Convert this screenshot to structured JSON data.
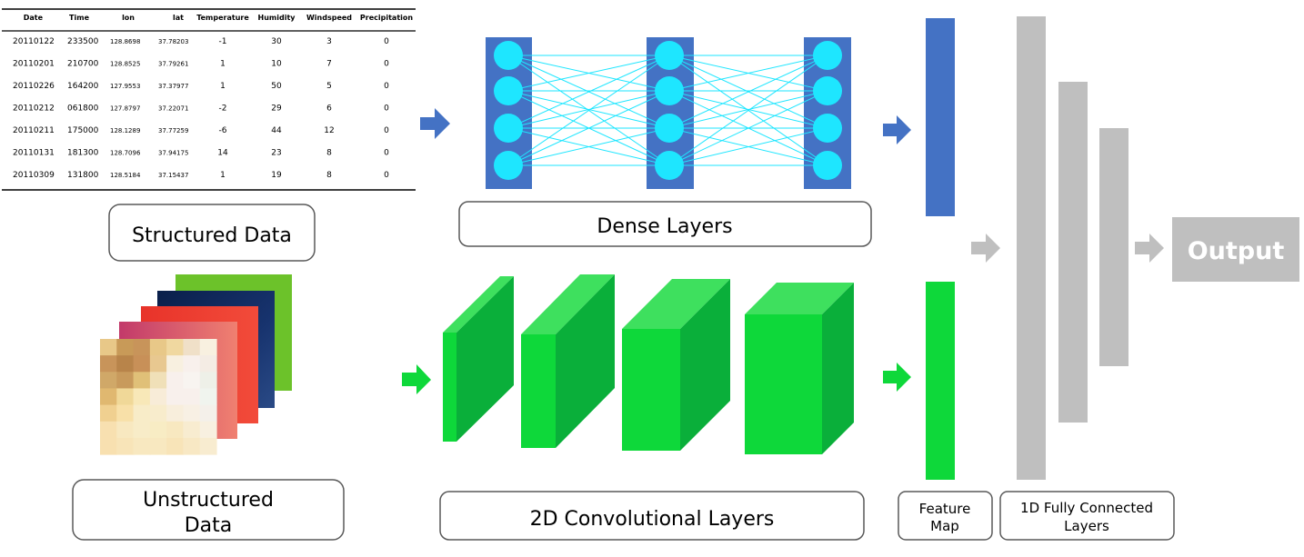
{
  "table": {
    "headers": [
      "Date",
      "Time",
      "lon",
      "lat",
      "Temperature",
      "Humidity",
      "Windspeed",
      "Precipitation"
    ],
    "rows": [
      [
        "20110122",
        "233500",
        "128.8698",
        "37.78203",
        "-1",
        "30",
        "3",
        "0"
      ],
      [
        "20110201",
        "210700",
        "128.8525",
        "37.79261",
        "1",
        "10",
        "7",
        "0"
      ],
      [
        "20110226",
        "164200",
        "127.9553",
        "37.37977",
        "1",
        "50",
        "5",
        "0"
      ],
      [
        "20110212",
        "061800",
        "127.8797",
        "37.22071",
        "-2",
        "29",
        "6",
        "0"
      ],
      [
        "20110211",
        "175000",
        "128.1289",
        "37.77259",
        "-6",
        "44",
        "12",
        "0"
      ],
      [
        "20110131",
        "181300",
        "128.7096",
        "37.94175",
        "14",
        "23",
        "8",
        "0"
      ],
      [
        "20110309",
        "131800",
        "128.5184",
        "37.15437",
        "1",
        "19",
        "8",
        "0"
      ]
    ]
  },
  "labels": {
    "structured": "Structured Data",
    "dense": "Dense Layers",
    "unstructured_line1": "Unstructured",
    "unstructured_line2": "Data",
    "conv": "2D Convolutional Layers",
    "feature_line1": "Feature",
    "feature_line2": "Map",
    "fc_line1": "1D Fully Connected",
    "fc_line2": "Layers",
    "output": "Output"
  },
  "colors": {
    "dense_blue": "#4472c4",
    "node_cyan": "#1ee6ff",
    "conv_green": "#0ed83a",
    "fc_gray": "#bfbfbf",
    "table_rule": "#000000"
  },
  "icons": [
    "right-arrow-icon"
  ]
}
